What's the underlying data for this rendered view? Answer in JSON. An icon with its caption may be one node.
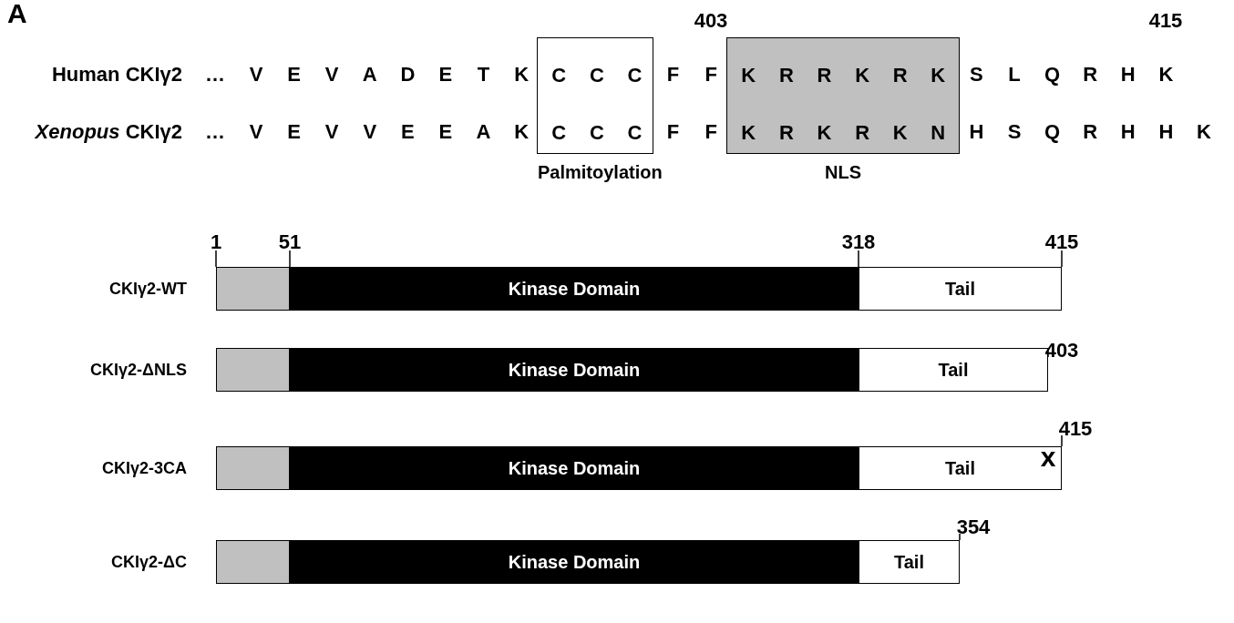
{
  "diagram": {
    "nodes": [
      {
        "text": [
          "C C C",
          "C C C",
          "Palmitoylation"
        ]
      },
      {
        "text": [
          "K R R K R K",
          "K R K R K N",
          "NLS"
        ]
      },
      {
        "text": [],
        "shape": "bar",
        "beside": [
          "1",
          "51"
        ]
      },
      {
        "text": [
          "Kinase Domain"
        ]
      },
      {
        "text": [
          "Tail"
        ],
        "beside": [
          "318",
          "415"
        ]
      },
      {
        "text": [],
        "shape": "bar"
      },
      {
        "text": [
          "Kinase Domain"
        ]
      },
      {
        "text": [
          "Tail"
        ],
        "beside": [
          "403"
        ]
      },
      {
        "text": [],
        "shape": "bar"
      },
      {
        "text": [
          "Kinase Domain"
        ]
      },
      {
        "text": [
          "Tail"
        ],
        "beside": [
          "415"
        ]
      },
      {
        "text": [],
        "shape": "bar"
      },
      {
        "text": [
          "Kinase Domain"
        ]
      },
      {
        "text": [
          "Tail"
        ],
        "beside": [
          "354"
        ]
      }
    ],
    "edges": [],
    "labels": [
      "A",
      "403",
      "415",
      "Human CKIγ2",
      "…",
      "V E V A D E T K",
      "F F",
      "S L Q R H K",
      "*Xenopus* CKIγ2",
      "…",
      "V E V V E E A K",
      "F F",
      "H S Q R H H K",
      "CKIγ2-WT",
      "CKIγ2-ΔNLS",
      "x",
      "CKIγ2-3CA",
      "CKIγ2-ΔC"
    ]
  }
}
